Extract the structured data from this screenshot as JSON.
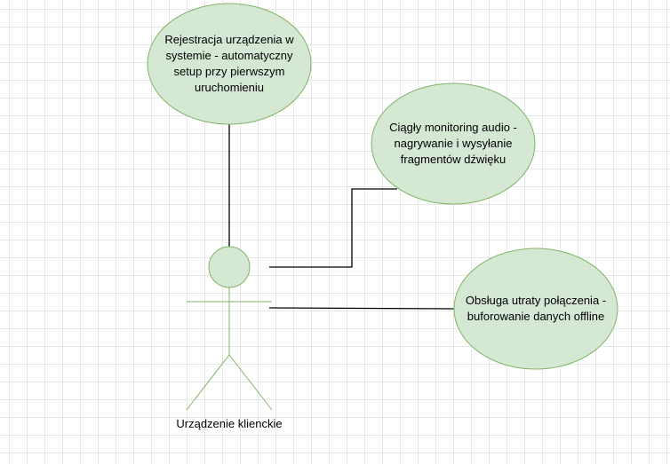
{
  "diagram": {
    "colors": {
      "ellipse_fill": "#d5e8d4",
      "ellipse_stroke": "#82b366",
      "connector_stroke": "#000000",
      "actor_stroke": "#82b366"
    },
    "actor": {
      "label": "Urządzenie klienckie"
    },
    "use_cases": [
      {
        "id": "registration",
        "label": "Rejestracja urządzenia w systemie - automatyczny setup przy pierwszym uruchomieniu"
      },
      {
        "id": "monitoring",
        "label": "Ciągły monitoring audio - nagrywanie i wysyłanie fragmentów dźwięku"
      },
      {
        "id": "offline",
        "label": "Obsługa utraty połączenia - buforowanie danych offline"
      }
    ]
  }
}
